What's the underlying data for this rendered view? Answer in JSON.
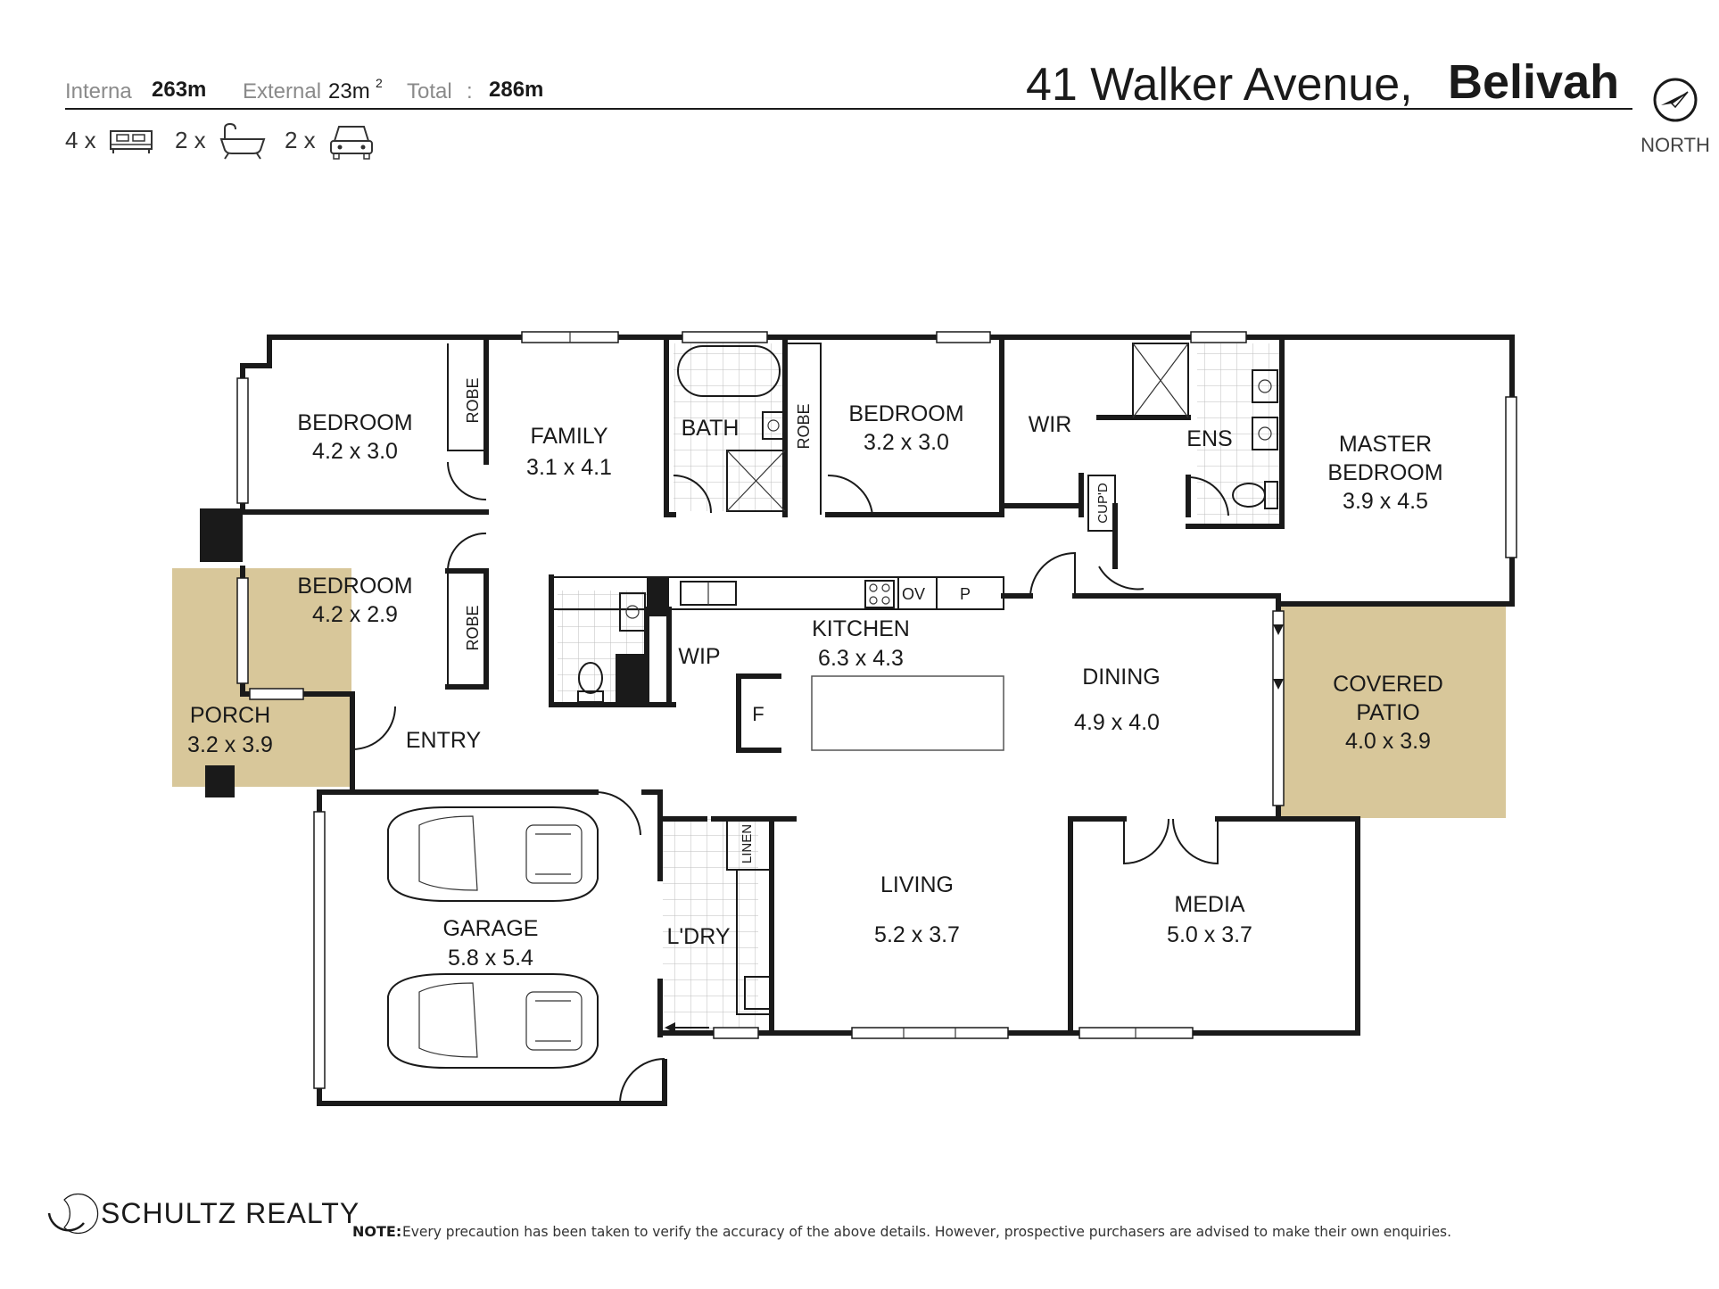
{
  "header": {
    "internal_label": "Interna",
    "internal_value": "263m",
    "external_label": "External",
    "external_value": "23m",
    "external_sup": "2",
    "total_label": "Total",
    "total_sep": ":",
    "total_value": "286m",
    "address_street": "41 Walker Avenue,",
    "address_suburb": "Belivah",
    "north_label": "NORTH"
  },
  "features": {
    "bedrooms": "4 x",
    "bathrooms": "2 x",
    "garages": "2 x"
  },
  "rooms": {
    "bedroom1": {
      "name": "BEDROOM",
      "dims": "4.2 x 3.0"
    },
    "bedroom2": {
      "name": "BEDROOM",
      "dims": "4.2 x 2.9"
    },
    "bedroom3": {
      "name": "BEDROOM",
      "dims": "3.2 x 3.0"
    },
    "family": {
      "name": "FAMILY",
      "dims": "3.1 x 4.1"
    },
    "bath": {
      "name": "BATH"
    },
    "wir": {
      "name": "WIR"
    },
    "ens": {
      "name": "ENS"
    },
    "master": {
      "name1": "MASTER",
      "name2": "BEDROOM",
      "dims": "3.9 x 4.5"
    },
    "porch": {
      "name": "PORCH",
      "dims": "3.2 x 3.9"
    },
    "entry": {
      "name": "ENTRY"
    },
    "kitchen": {
      "name": "KITCHEN",
      "dims": "6.3 x 4.3"
    },
    "wip": {
      "name": "WIP"
    },
    "dining": {
      "name": "DINING",
      "dims": "4.9 x 4.0"
    },
    "patio": {
      "name1": "COVERED",
      "name2": "PATIO",
      "dims": "4.0 x 3.9"
    },
    "garage": {
      "name": "GARAGE",
      "dims": "5.8 x 5.4"
    },
    "laundry": {
      "name": "L'DRY"
    },
    "living": {
      "name": "LIVING",
      "dims": "5.2 x 3.7"
    },
    "media": {
      "name": "MEDIA",
      "dims": "5.0 x 3.7"
    }
  },
  "fixtures": {
    "robe1": "ROBE",
    "robe2": "ROBE",
    "robe3": "ROBE",
    "cupd": "CUP'D",
    "linen": "LINEN",
    "oven": "OV",
    "pantry": "P",
    "fridge": "F"
  },
  "footer": {
    "agency": "SCHULTZ REALTY",
    "note_label": "NOTE:",
    "note_text": " Every precaution has been taken to verify the accuracy of the above details. However, prospective purchasers are advised to make their own enquiries."
  },
  "colors": {
    "outdoor_fill": "#d8c79a",
    "wall": "#1a1a1a",
    "tile_grid": "#bdbdbd"
  },
  "icons": [
    "bed-icon",
    "bath-icon",
    "car-icon",
    "north-arrow-icon",
    "agency-logo-icon"
  ]
}
